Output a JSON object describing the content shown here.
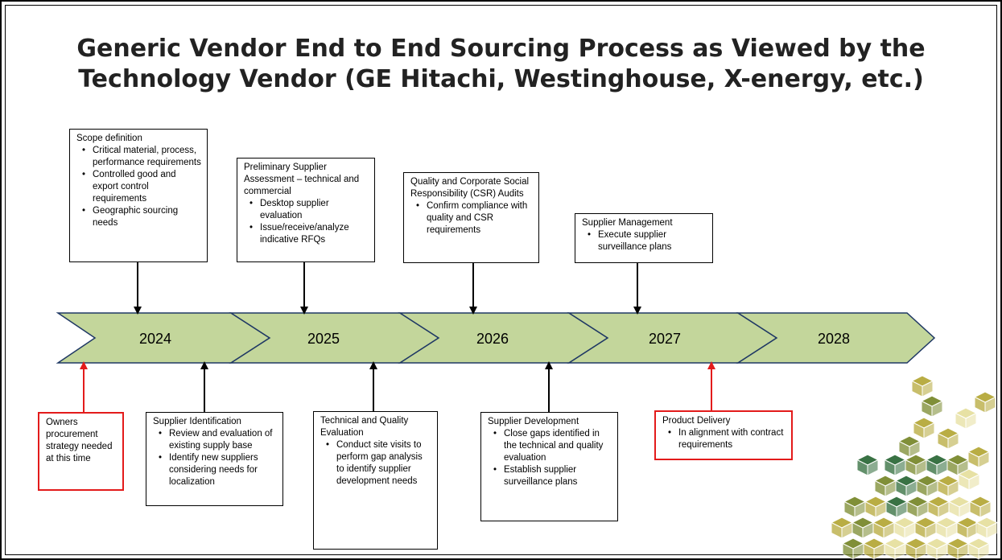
{
  "title": "Generic Vendor End to End Sourcing Process as Viewed by the Technology Vendor (GE Hitachi, Westinghouse, X-energy, etc.)",
  "timeline": {
    "years": [
      "2024",
      "2025",
      "2026",
      "2027",
      "2028"
    ],
    "arrow_fill": "#c3d69b",
    "arrow_stroke": "#1f3864"
  },
  "top_boxes": [
    {
      "heading": "Scope definition",
      "items": [
        "Critical material, process, performance requirements",
        "Controlled good and export control requirements",
        "Geographic sourcing needs"
      ]
    },
    {
      "heading": "Preliminary Supplier Assessment – technical and commercial",
      "items": [
        "Desktop supplier evaluation",
        "Issue/receive/analyze indicative RFQs"
      ]
    },
    {
      "heading": "Quality and Corporate Social Responsibility (CSR) Audits",
      "items": [
        "Confirm compliance with quality and CSR requirements"
      ]
    },
    {
      "heading": "Supplier Management",
      "items": [
        "Execute supplier surveillance plans"
      ]
    }
  ],
  "bottom_boxes": [
    {
      "heading": "Owners procurement strategy needed at this time",
      "items": [],
      "highlight": "#e31b1b"
    },
    {
      "heading": "Supplier Identification",
      "items": [
        "Review and evaluation of existing supply base",
        "Identify new suppliers considering needs for localization"
      ]
    },
    {
      "heading": "Technical and Quality Evaluation",
      "items": [
        "Conduct site visits to perform gap analysis to identify supplier development needs"
      ]
    },
    {
      "heading": "Supplier Development",
      "items": [
        "Close gaps identified in the technical and quality evaluation",
        "Establish supplier surveillance plans"
      ]
    },
    {
      "heading": "Product Delivery",
      "items": [
        "In alignment with contract requirements"
      ],
      "highlight": "#e31b1b"
    }
  ],
  "decoration": {
    "cube_colors": [
      "#2f6b3a",
      "#7a8a2e",
      "#b6a93a",
      "#e6e0a0"
    ]
  }
}
